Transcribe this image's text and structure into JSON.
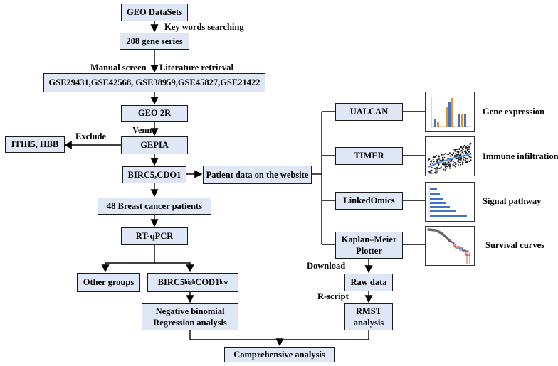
{
  "boxes": {
    "geo_datasets": "GEO DataSets",
    "gene_series": "208 gene series",
    "gse_list": "GSE29431,GSE42568, GSE38959,GSE45827,GSE21422",
    "geo2r": "GEO 2R",
    "gepia": "GEPIA",
    "itih5_hbb": "ITIH5, HBB",
    "birc5_cdo1": "BIRC5,CDO1",
    "patient_data": "Patient data on the website",
    "breast_patients": "48 Breast cancer patients",
    "rtqpcr": "RT-qPCR",
    "other_groups": "Other groups",
    "birc5_high_base": "BIRC5",
    "birc5_high_sup": "high",
    "cod1_low_base": "COD1",
    "cod1_low_sup": "low",
    "negbin_line1": "Negative binomial",
    "negbin_line2": "Regression analysis",
    "ualcan": "UALCAN",
    "timer": "TIMER",
    "linkedomics": "LinkedOmics",
    "km_line1": "Kaplan–Meier",
    "km_line2": "Plotter",
    "raw_data": "Raw data",
    "rmst_line1": "RMST",
    "rmst_line2": "analysis",
    "comprehensive": "Comprehensive analysis"
  },
  "labels": {
    "key_words": "Key words searching",
    "manual_screen": "Manual screen",
    "literature_retrieval": "Literature retrieval",
    "venn": "Venn",
    "exclude": "Exclude",
    "download": "Download",
    "r_script": "R-script",
    "gene_expression": "Gene expression",
    "immune_infiltration": "Immune infiltration",
    "signal_pathway": "Signal pathway",
    "survival_curves": "Survival curves"
  },
  "colors": {
    "box_fill": "#dfe6f5",
    "bar_orange": "#e8902a",
    "bar_blue": "#4472c4",
    "scatter_line": "#4a90e2",
    "km_red": "#d62728"
  }
}
